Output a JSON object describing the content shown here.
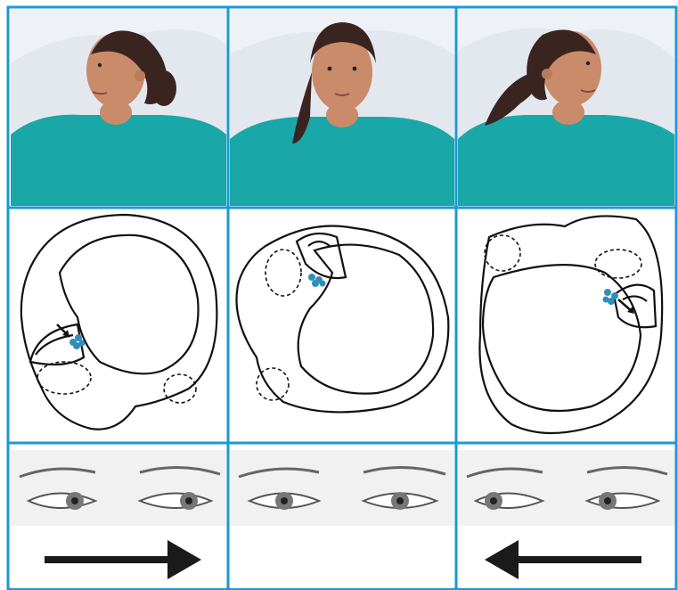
{
  "figure": {
    "border_color": "#1a9ad6",
    "columns": [
      {
        "position": "left",
        "head_direction": "turned-left",
        "arrow": "right"
      },
      {
        "position": "center",
        "head_direction": "facing-up",
        "arrow": "none"
      },
      {
        "position": "right",
        "head_direction": "turned-right",
        "arrow": "left"
      }
    ],
    "colors": {
      "shirt": "#1aa7a7",
      "pillow": "#eef2f6",
      "skin": "#c98b6a",
      "hair": "#3a2420",
      "otoconia": "#2f8fb8",
      "line": "#111111",
      "arrow": "#1a1a1a"
    },
    "icons": [
      "person-photo",
      "semicircular-canal-diagram",
      "eyes-sketch",
      "arrow-right-icon",
      "arrow-left-icon"
    ]
  }
}
